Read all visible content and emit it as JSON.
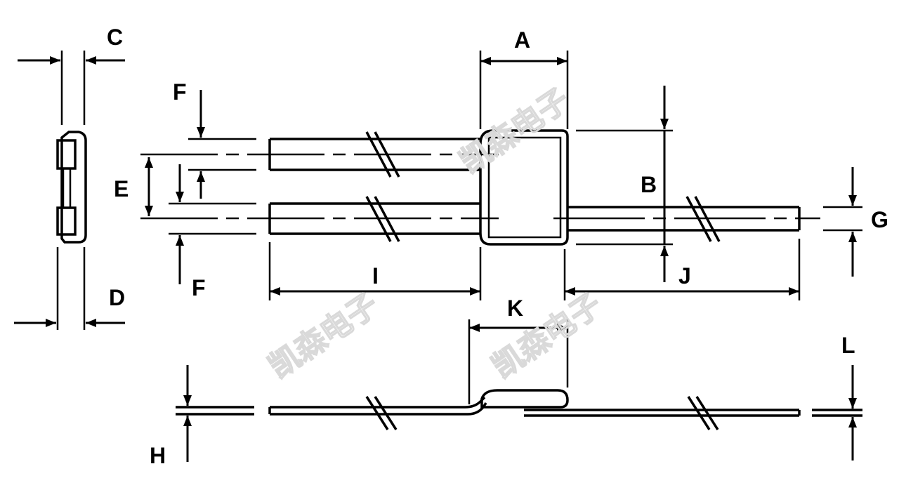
{
  "diagram": {
    "dimension_labels": {
      "A": "A",
      "B": "B",
      "C": "C",
      "D": "D",
      "E": "E",
      "F_top": "F",
      "F_bottom": "F",
      "G": "G",
      "H": "H",
      "I": "I",
      "J": "J",
      "K": "K",
      "L": "L"
    },
    "watermarks": [
      "凯森电子",
      "凯森电子",
      "凯森电子"
    ]
  }
}
